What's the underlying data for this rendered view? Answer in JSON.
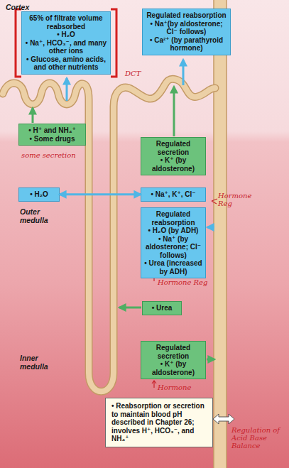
{
  "diagram": {
    "nodes": [
      {
        "text": [
          "65% of filtrate volume reabsorbed",
          "• H₂O",
          "• Na⁺, HCO₃⁻, and many other ions",
          "• Glucose, amino acids, and other nutrients"
        ]
      },
      {
        "text": [
          "Regulated reabsorption",
          "• Na⁺(by aldosterone; Cl⁻ follows)",
          "• Ca²⁺ (by parathyroid hormone)"
        ]
      },
      {
        "text": [
          "• H⁺ and NH₄⁺",
          "• Some drugs"
        ]
      },
      {
        "text": [
          "Regulated secretion",
          "• K⁺ (by aldosterone)"
        ]
      },
      {
        "text": [
          "• H₂O"
        ]
      },
      {
        "text": [
          "• Na⁺, K⁺, Cl⁻"
        ]
      },
      {
        "text": [
          "Regulated reabsorption",
          "• H₂O (by ADH)",
          "• Na⁺ (by aldosterone; Cl⁻ follows)",
          "• Urea (increased by ADH)"
        ]
      },
      {
        "text": [
          "• Urea"
        ]
      },
      {
        "text": [
          "Regulated secretion",
          "• K⁺ (by aldosterone)"
        ]
      },
      {
        "text": [
          "• Reabsorption or secretion to maintain blood pH described in Chapter 26; involves H⁺, HCO₃⁻, and NH₄⁺"
        ]
      }
    ],
    "edges": [
      {
        "from": 4,
        "to": 5,
        "arrow": "both"
      }
    ],
    "labels": [
      "Cortex",
      "DCT",
      "some secretion",
      "Hormone Reg",
      "Outer medulla",
      "Hormone Reg",
      "Inner medulla",
      "Hormone",
      "Regulation of Acid Base Balance"
    ]
  }
}
